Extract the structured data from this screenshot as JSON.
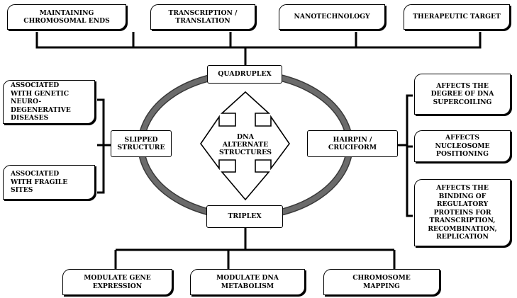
{
  "center": {
    "label": "DNA\nALTERNATE\nSTRUCTURES"
  },
  "structures": {
    "quadruplex": "QUADRUPLEX",
    "triplex": "TRIPLEX",
    "slipped": "SLIPPED\nSTRUCTURE",
    "hairpin": "HAIRPIN /\nCRUCIFORM"
  },
  "quadruplex_roles": [
    "MAINTAINING\nCHROMOSOMAL ENDS",
    "TRANSCRIPTION /\nTRANSLATION",
    "NANOTECHNOLOGY",
    "THERAPEUTIC TARGET"
  ],
  "triplex_roles": [
    "MODULATE GENE\nEXPRESSION",
    "MODULATE DNA\nMETABOLISM",
    "CHROMOSOME\nMAPPING"
  ],
  "slipped_roles": [
    "ASSOCIATED\nWITH GENETIC\nNEURO-\nDEGENERATIVE\nDISEASES",
    "ASSOCIATED\nWITH FRAGILE\nSITES"
  ],
  "hairpin_roles": [
    "AFFECTS THE\nDEGREE OF DNA\nSUPERCOILING",
    "AFFECTS\nNUCLEOSOME\nPOSITIONING",
    "AFFECTS THE\nBINDING OF\nREGULATORY\nPROTEINS FOR\nTRANSCRIPTION,\nRECOMBINATION,\nREPLICATION"
  ],
  "colors": {
    "ring": "#6b6b6b",
    "line": "#000000",
    "box_fill": "#ffffff"
  }
}
